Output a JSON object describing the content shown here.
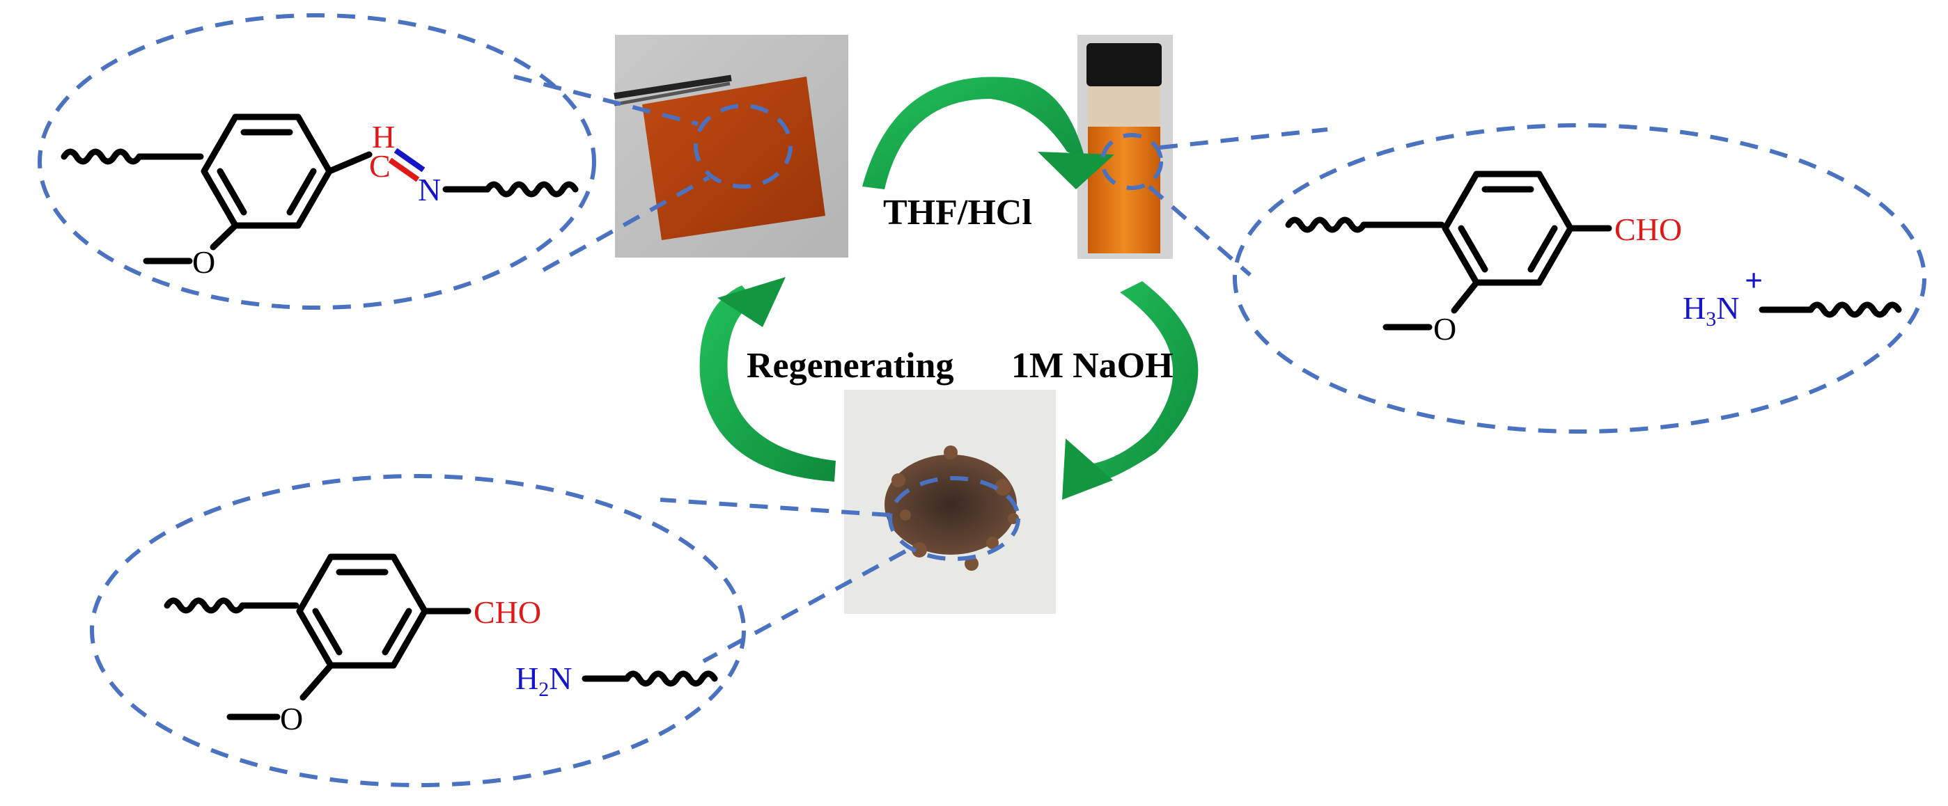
{
  "labels": {
    "thf_hcl": "THF/HCl",
    "naoh": "1M NaOH",
    "regenerating": "Regenerating"
  },
  "atoms": {
    "imine_h": "H",
    "imine_c": "C",
    "imine_n": "N",
    "methoxy_o_1": "O",
    "methoxy_o_2": "O",
    "methoxy_o_3": "O",
    "aldehyde_1": "CHO",
    "aldehyde_2": "CHO",
    "ammonium_h": "H",
    "ammonium_sub": "3",
    "ammonium_n": "N",
    "ammonium_charge": "+",
    "amine_h": "H",
    "amine_sub": "2",
    "amine_n": "N"
  },
  "colors": {
    "arrow": "#1aa84a",
    "zoom_ring": "#4a72c0",
    "heteroatom_red": "#e01818",
    "heteroatom_blue": "#1414c8",
    "film": "#b5400e",
    "solution": "#e07a18"
  },
  "photos": {
    "film": "polymer-film-with-tweezers-photo",
    "vial": "orange-solution-vial-photo",
    "powder": "recovered-brown-powder-photo"
  }
}
